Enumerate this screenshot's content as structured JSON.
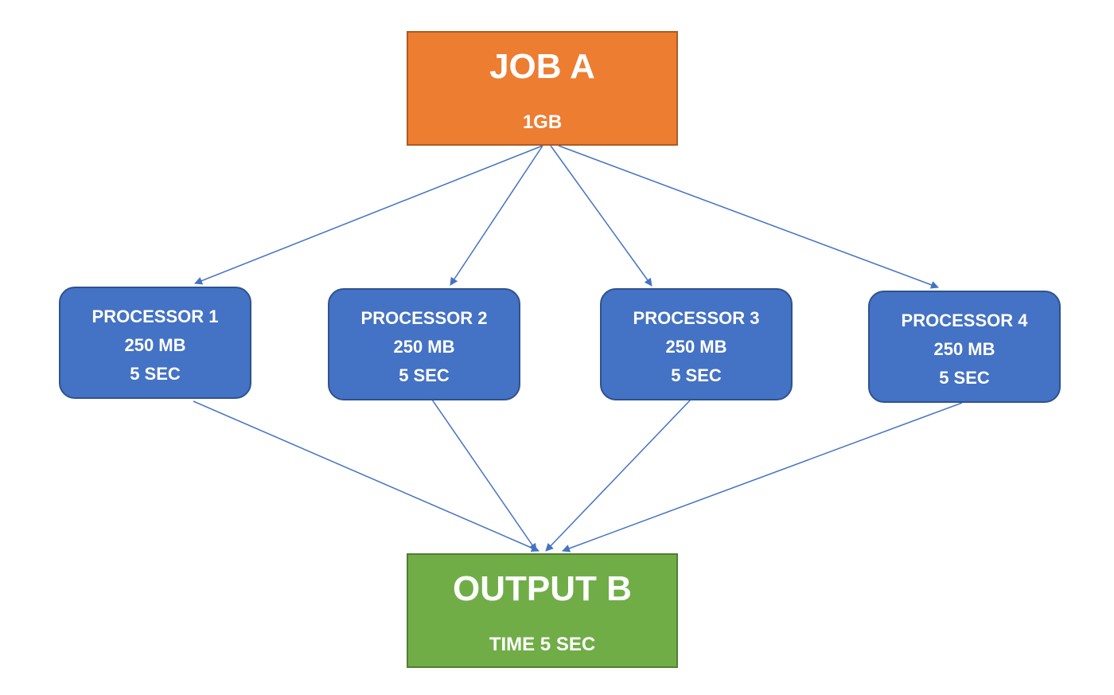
{
  "job": {
    "title": "JOB A",
    "size": "1GB",
    "color": "#ed7d31"
  },
  "processors": [
    {
      "name": "PROCESSOR 1",
      "size": "250 MB",
      "time": "5 SEC"
    },
    {
      "name": "PROCESSOR 2",
      "size": "250 MB",
      "time": "5 SEC"
    },
    {
      "name": "PROCESSOR 3",
      "size": "250 MB",
      "time": "5 SEC"
    },
    {
      "name": "PROCESSOR 4",
      "size": "250 MB",
      "time": "5 SEC"
    }
  ],
  "processor_color": "#4472c4",
  "output": {
    "title": "OUTPUT B",
    "time": "TIME 5 SEC",
    "color": "#70ad47"
  },
  "arrow_color": "#4472c4",
  "edges": [
    {
      "from": "job",
      "to": "processor-1"
    },
    {
      "from": "job",
      "to": "processor-2"
    },
    {
      "from": "job",
      "to": "processor-3"
    },
    {
      "from": "job",
      "to": "processor-4"
    },
    {
      "from": "processor-1",
      "to": "output"
    },
    {
      "from": "processor-2",
      "to": "output"
    },
    {
      "from": "processor-3",
      "to": "output"
    },
    {
      "from": "processor-4",
      "to": "output"
    }
  ]
}
